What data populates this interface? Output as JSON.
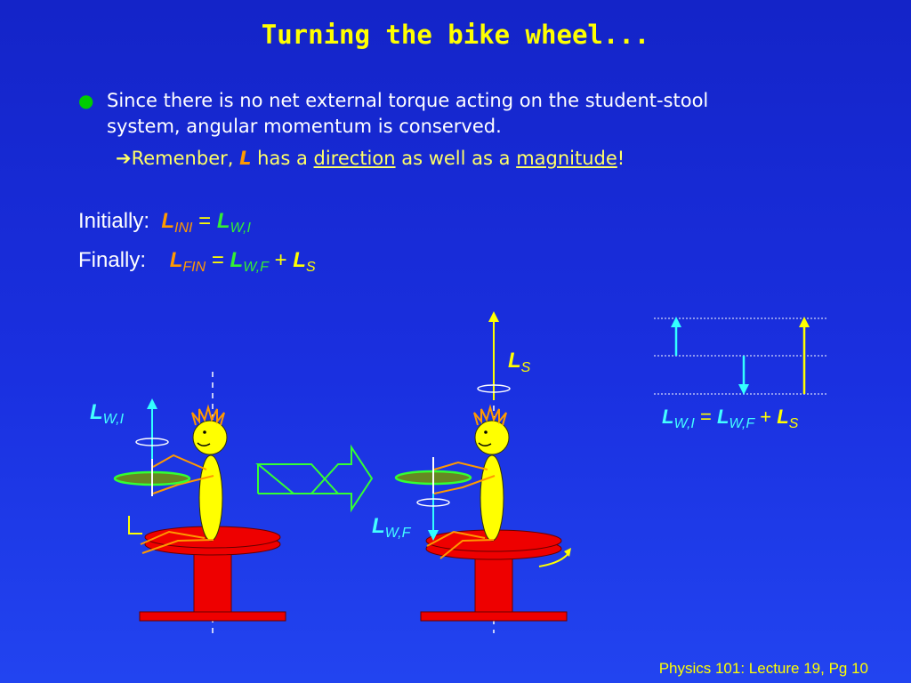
{
  "title": "Turning the bike wheel...",
  "bullet": {
    "text": "Since there is no net external torque acting on the student-stool system, angular momentum is conserved."
  },
  "sub": {
    "prefix": "Remenber, ",
    "L": "L",
    "mid1": " has a ",
    "direction": "direction",
    "mid2": " as well as a ",
    "magnitude": "magnitude",
    "end": "!"
  },
  "initially": {
    "label": "Initially:",
    "L": "L",
    "sub_ini": "INI",
    "eq": "=",
    "L2": "L",
    "sub_wi": "W,I"
  },
  "finally": {
    "label": "Finally:",
    "L": "L",
    "sub_fin": "FIN",
    "eq": "=",
    "L2": "L",
    "sub_wf": "W,F",
    "plus": "+",
    "L3": "L",
    "sub_s": "S"
  },
  "labels": {
    "L": "L",
    "wi": "W,I",
    "wf": "W,F",
    "s": "S"
  },
  "vector_eq": {
    "L": "L",
    "wi": "W,I",
    "eq": "=",
    "wf": "W,F",
    "plus": "+",
    "s": "S"
  },
  "footer": "Physics 101: Lecture 19, Pg 10",
  "colors": {
    "background": "#1a30e0",
    "title": "#ffff00",
    "orange": "#ff9900",
    "green": "#33ee33",
    "cyan": "#44ffff",
    "stool": "#ee0000"
  }
}
